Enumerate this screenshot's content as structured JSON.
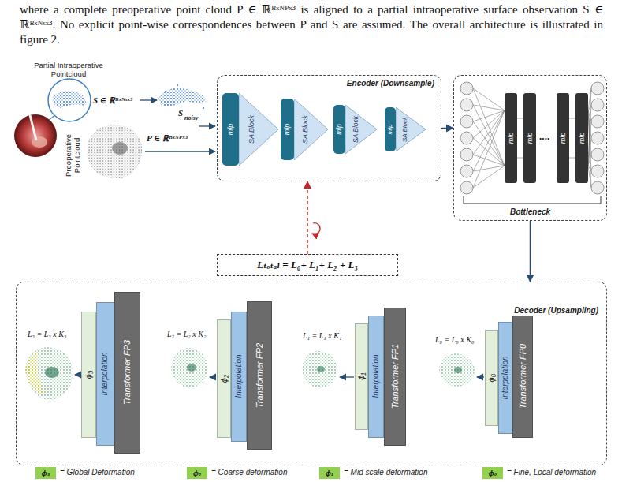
{
  "diagram": {
    "nodes": [
      {
        "text": [
          "Encoder (Downsample)"
        ]
      },
      {
        "text": [
          "mlp"
        ],
        "in": 0
      },
      {
        "text": [
          "SA Block"
        ],
        "in": 0
      },
      {
        "text": [
          "mlp"
        ],
        "in": 0
      },
      {
        "text": [
          "SA Block"
        ],
        "in": 0
      },
      {
        "text": [
          "mlp"
        ],
        "in": 0
      },
      {
        "text": [
          "SA Block"
        ],
        "in": 0
      },
      {
        "text": [
          "mlp"
        ],
        "in": 0
      },
      {
        "text": [
          "SA Block"
        ],
        "in": 0
      },
      {
        "text": [
          "Bottleneck"
        ]
      },
      {
        "text": [
          "mlp"
        ],
        "in": 9
      },
      {
        "text": [
          "mlp"
        ],
        "in": 9
      },
      {
        "text": [
          "mlp"
        ],
        "in": 9
      },
      {
        "text": [
          "mlp"
        ],
        "in": 9
      },
      {
        "text": [
          "Lₜₒₜₐₗ = L₀+ L₁+ L₂ + L₃"
        ]
      },
      {
        "text": [
          "Decoder (Upsampling)"
        ]
      },
      {
        "text": [
          "ϕ₃"
        ],
        "in": 15
      },
      {
        "text": [
          "Interpolation"
        ],
        "in": 15
      },
      {
        "text": [
          "Transformer FP3"
        ],
        "in": 15
      },
      {
        "text": [
          "ϕ₂"
        ],
        "in": 15
      },
      {
        "text": [
          "Interpolation"
        ],
        "in": 15
      },
      {
        "text": [
          "Transformer FP2"
        ],
        "in": 15
      },
      {
        "text": [
          "ϕ₁"
        ],
        "in": 15
      },
      {
        "text": [
          "Interpolation"
        ],
        "in": 15
      },
      {
        "text": [
          "Transformer FP1"
        ],
        "in": 15
      },
      {
        "text": [
          "ϕ₀"
        ],
        "in": 15
      },
      {
        "text": [
          "Interpolation"
        ],
        "in": 15
      },
      {
        "text": [
          "Transformer FP0"
        ],
        "in": 15
      }
    ],
    "edges": [
      {
        "from": 0,
        "to": 9,
        "arrow": "to"
      },
      {
        "from": 9,
        "to": 15,
        "arrow": "to"
      },
      {
        "from": 14,
        "to": 0,
        "arrow": "to"
      }
    ],
    "labels": [
      "where a complete preoperative point cloud P ∈ ℝᴮˣᴺᴾˣ³ is aligned to a partial intraoperative surface observation S ∈ ℝᴮˣᴺˢˣ³. No explicit point-wise correspondences between P and S are assumed. The overall architecture is illustrated in figure 2.",
      "Partial Intraoperative Pointcloud",
      "S ∈ ℝᴮˣᴺˢˣ³",
      "S",
      "noisy",
      "Preoperative Pointcloud",
      "P ∈ ℝᴮˣᴺᴾˣ³",
      "....",
      "L₃ = L₃ x K₃",
      "L₂ = L₂ x K₂",
      "L₁ = L₁ x K₁",
      "L₀ = L₀ x K₀",
      "ϕ₃",
      "ϕ₂",
      "ϕ₁",
      "ϕ₀"
    ],
    "legend": [
      {
        "text": "= Global Deformation",
        "color": "#92d050"
      },
      {
        "text": "= Coarse deformation",
        "color": "#92d050"
      },
      {
        "text": "= Mid scale deformation",
        "color": "#92d050"
      },
      {
        "text": "= Fine, Local deformation",
        "color": "#92d050"
      }
    ]
  }
}
